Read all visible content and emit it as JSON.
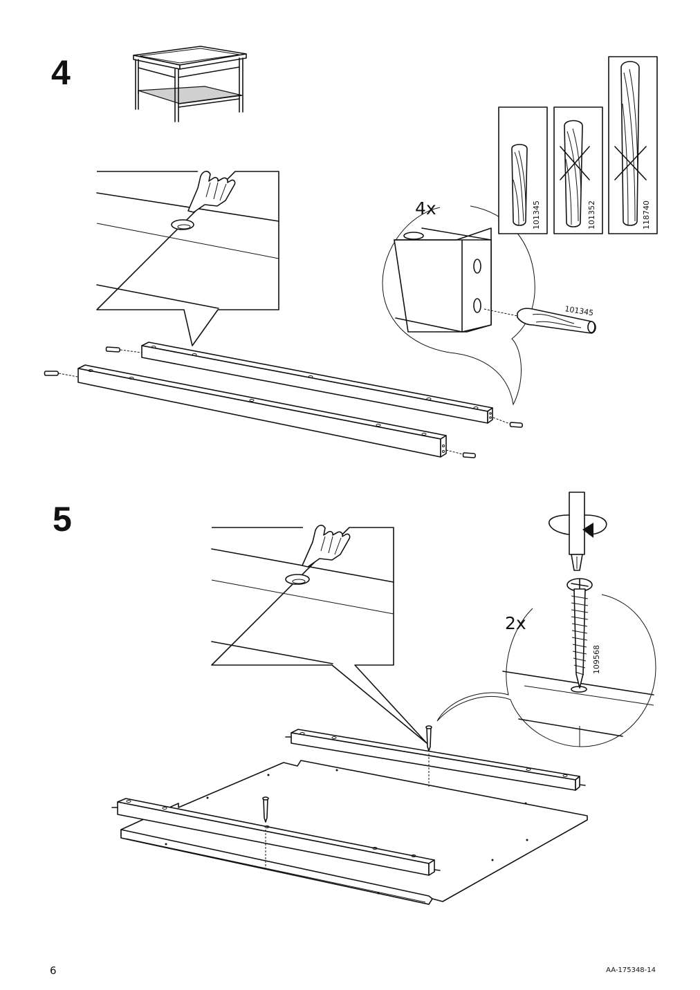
{
  "steps": [
    {
      "number": "4",
      "count_label": "4x",
      "dowel_options": [
        {
          "code": "101345",
          "status": "correct"
        },
        {
          "code": "101352",
          "status": "wrong"
        },
        {
          "code": "118740",
          "status": "wrong"
        }
      ],
      "dowel_callout_code": "101345"
    },
    {
      "number": "5",
      "count_label": "2x",
      "screw_code": "109568"
    }
  ],
  "footer": {
    "page_number": "6",
    "doc_code": "AA-175348-14"
  },
  "icons": [
    "coffee-table-icon",
    "pointing-hand-icon",
    "wooden-dowel-icon",
    "cross-mark-icon",
    "screwdriver-icon",
    "rotation-arrow-icon",
    "screw-icon"
  ]
}
